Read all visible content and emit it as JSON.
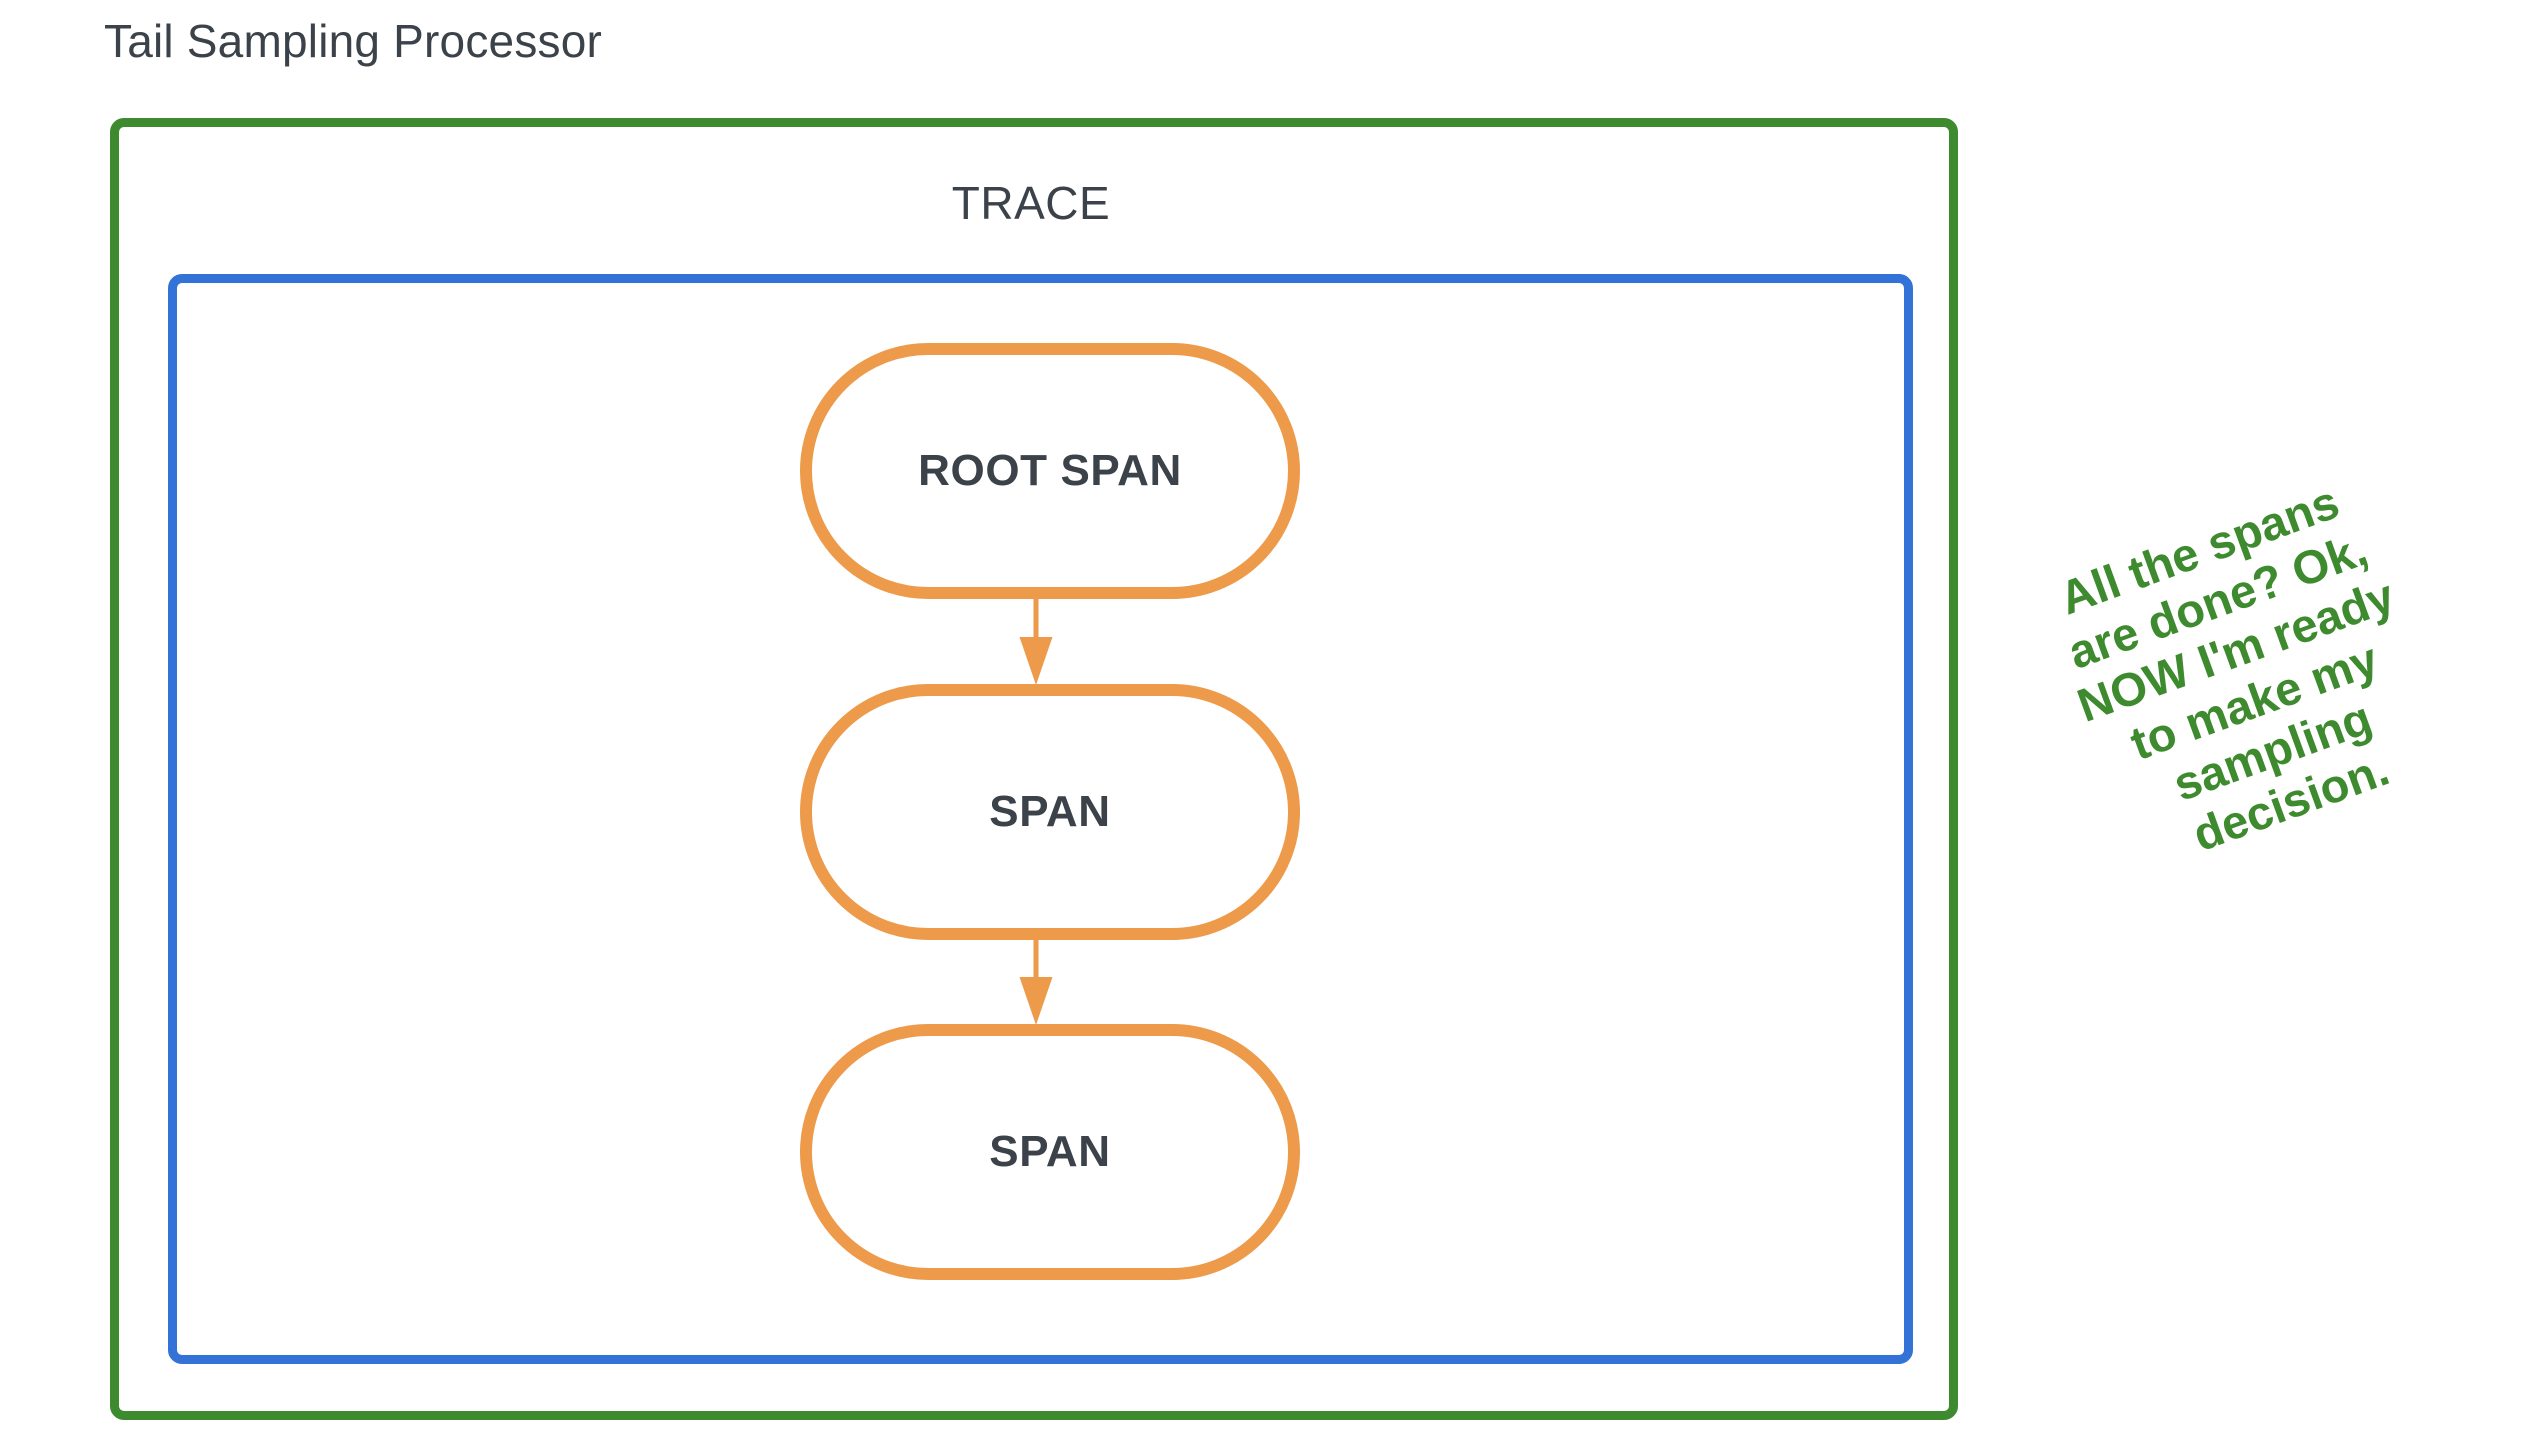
{
  "diagram": {
    "title": "Tail Sampling Processor",
    "type": "flow-diagram",
    "colors": {
      "processor_border": "#3e8a2e",
      "trace_border": "#3372d6",
      "span_border": "#ed9a4a",
      "text": "#3b4249",
      "annotation_text": "#3e8a2e",
      "background": "#ffffff"
    }
  },
  "processor": {
    "label": "Tail Sampling Processor"
  },
  "trace": {
    "label": "TRACE"
  },
  "spans": [
    {
      "label": "ROOT SPAN"
    },
    {
      "label": "SPAN"
    },
    {
      "label": "SPAN"
    }
  ],
  "arrows": [
    {
      "from": "ROOT SPAN",
      "to": "SPAN",
      "direction": "down"
    },
    {
      "from": "SPAN",
      "to": "SPAN",
      "direction": "down"
    }
  ],
  "annotation": {
    "lines": [
      "All the spans",
      "are done? Ok,",
      "NOW I'm ready",
      "to make my",
      "sampling",
      "decision."
    ],
    "rotation_deg": -20
  }
}
